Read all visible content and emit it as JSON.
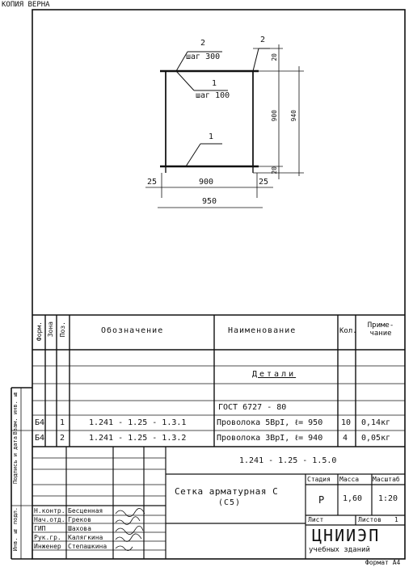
{
  "stamp": "КОПИЯ  ВЕРНА",
  "drawing": {
    "mark2_top": "2",
    "step_300": "шаг 300",
    "mark2_right": "2",
    "mark1_mid": "1",
    "step_100": "шаг 100",
    "mark1_bottom": "1",
    "dim_20_top": "20",
    "dim_900_v": "900",
    "dim_940": "940",
    "dim_20_bottom": "20",
    "dim_25_left": "25",
    "dim_900_h": "900",
    "dim_25_right": "25",
    "dim_950": "950"
  },
  "spec_table": {
    "headers": {
      "format": "Форм.",
      "zone": "Зона",
      "pos": "Поз.",
      "designation": "Обозначение",
      "name": "Наименование",
      "qty": "Кол.",
      "note": "Приме-чание"
    },
    "section": "Детали",
    "standard": "ГОСТ 6727 - 80",
    "rows": [
      {
        "format": "Б4",
        "pos": "1",
        "designation": "1.241 - 1.25 - 1.3.1",
        "name": "Проволока 5ВрI, ℓ= 950",
        "qty": "10",
        "note": "0,14кг"
      },
      {
        "format": "Б4",
        "pos": "2",
        "designation": "1.241 - 1.25 - 1.3.2",
        "name": "Проволока 3ВрI, ℓ= 940",
        "qty": "4",
        "note": "0,05кг"
      }
    ]
  },
  "side_labels": {
    "inv_orig": "Инв. № подл.",
    "sign_date": "Подпись и дата",
    "inv_dup": "Взам. инв. №"
  },
  "title_block": {
    "doc_code": "1.241 - 1.25 - 1.5.0",
    "title_line1": "Сетка арматурная С",
    "title_line2": "(С5)",
    "stage_label": "Стадия",
    "mass_label": "Масса",
    "scale_label": "Масштаб",
    "stage": "Р",
    "mass": "1,60",
    "scale": "1:20",
    "sheet_label": "Лист",
    "sheets_label": "Листов",
    "sheets": "1",
    "org1": "ЦНИИЭП",
    "org2": "учебных зданий",
    "format": "Формат А4",
    "people": [
      {
        "role": "Н.контр.",
        "name": "Бесценная"
      },
      {
        "role": "Нач.отд.",
        "name": "Греков"
      },
      {
        "role": "ГИП",
        "name": "Шахова"
      },
      {
        "role": "Рук.гр.",
        "name": "Калягкина"
      },
      {
        "role": "Инженер",
        "name": "Степашкина"
      }
    ]
  }
}
